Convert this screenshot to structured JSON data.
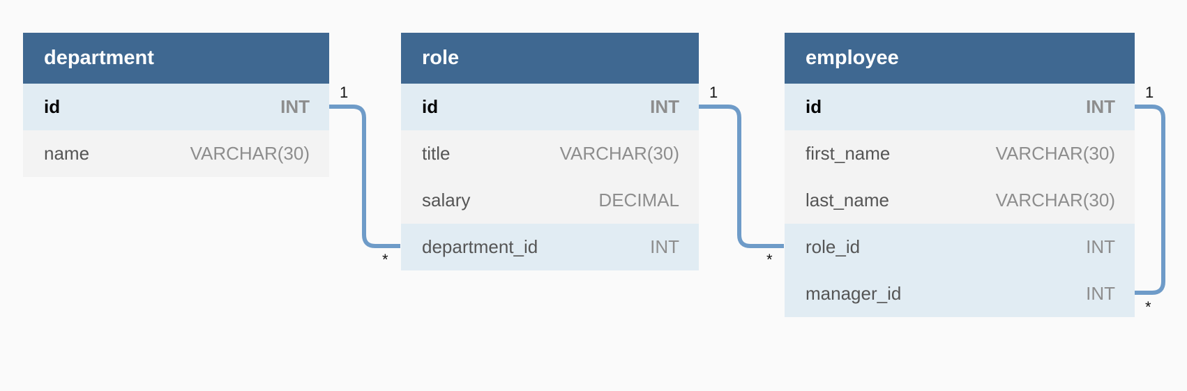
{
  "tables": [
    {
      "name": "department",
      "columns": [
        {
          "name": "id",
          "type": "INT",
          "pk": true,
          "key": true
        },
        {
          "name": "name",
          "type": "VARCHAR(30)",
          "pk": false,
          "key": false
        }
      ]
    },
    {
      "name": "role",
      "columns": [
        {
          "name": "id",
          "type": "INT",
          "pk": true,
          "key": true
        },
        {
          "name": "title",
          "type": "VARCHAR(30)",
          "pk": false,
          "key": false
        },
        {
          "name": "salary",
          "type": "DECIMAL",
          "pk": false,
          "key": false
        },
        {
          "name": "department_id",
          "type": "INT",
          "pk": false,
          "key": true
        }
      ]
    },
    {
      "name": "employee",
      "columns": [
        {
          "name": "id",
          "type": "INT",
          "pk": true,
          "key": true
        },
        {
          "name": "first_name",
          "type": "VARCHAR(30)",
          "pk": false,
          "key": false
        },
        {
          "name": "last_name",
          "type": "VARCHAR(30)",
          "pk": false,
          "key": false
        },
        {
          "name": "role_id",
          "type": "INT",
          "pk": false,
          "key": true
        },
        {
          "name": "manager_id",
          "type": "INT",
          "pk": false,
          "key": true
        }
      ]
    }
  ],
  "relationships": [
    {
      "from": "department.id",
      "to": "role.department_id",
      "from_card": "1",
      "to_card": "*"
    },
    {
      "from": "role.id",
      "to": "employee.role_id",
      "from_card": "1",
      "to_card": "*"
    },
    {
      "from": "employee.id",
      "to": "employee.manager_id",
      "from_card": "1",
      "to_card": "*"
    }
  ],
  "colors": {
    "header": "#3f6891",
    "key_row": "#e1ecf3",
    "plain_row": "#f3f3f3",
    "connector": "#6e9bc8"
  }
}
